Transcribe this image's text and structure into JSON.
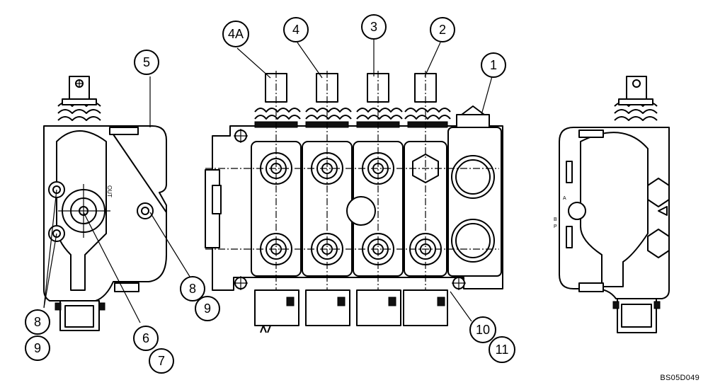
{
  "callouts": {
    "c1": "1",
    "c2": "2",
    "c3": "3",
    "c4": "4",
    "c4a": "4A",
    "c5": "5",
    "c6": "6",
    "c7": "7",
    "c8_left": "8",
    "c9_left": "9",
    "c8_right": "8",
    "c9_right": "9",
    "c10": "10",
    "c11": "11"
  },
  "body_labels": {
    "out_port": "OUT",
    "port_a": "A",
    "port_b": "B",
    "port_p": "P"
  },
  "figure_id": "BS05D049"
}
